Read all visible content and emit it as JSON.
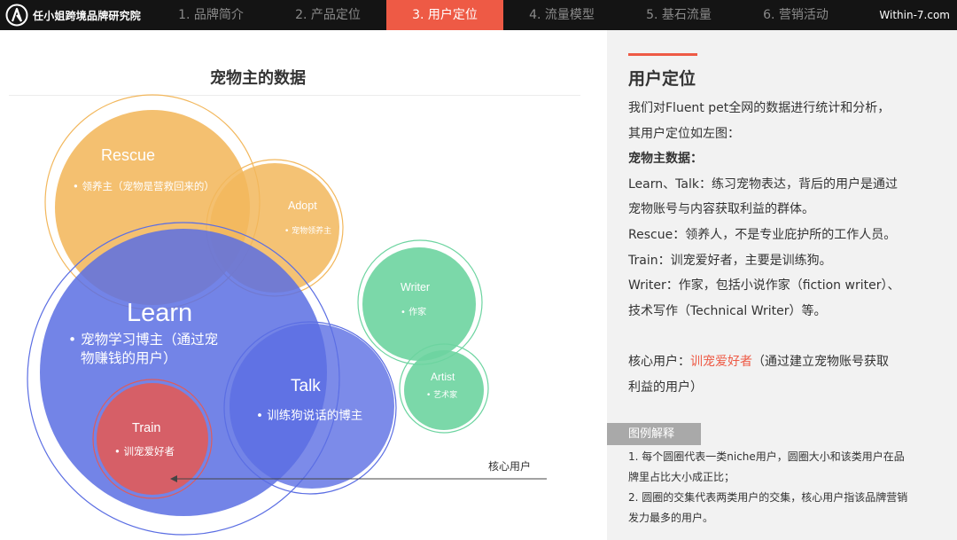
{
  "header": {
    "brand": "任小姐跨境品牌研究院",
    "tabs": [
      {
        "label": "1. 品牌简介",
        "active": false
      },
      {
        "label": "2. 产品定位",
        "active": false
      },
      {
        "label": "3. 用户定位",
        "active": true
      },
      {
        "label": "4. 流量模型",
        "active": false
      },
      {
        "label": "5. 基石流量",
        "active": false
      },
      {
        "label": "6. 营销活动",
        "active": false
      }
    ],
    "site": "Within-7.com"
  },
  "diagram": {
    "title": "宠物主的数据",
    "circles": {
      "rescue": {
        "name": "Rescue",
        "desc": "• 领养主（宠物是营救回来的）"
      },
      "adopt": {
        "name": "Adopt",
        "desc": "• 宠物领养主"
      },
      "learn": {
        "name": "Learn",
        "desc1": "• 宠物学习博主（通过宠",
        "desc2": "物赚钱的用户）"
      },
      "talk": {
        "name": "Talk",
        "desc": "• 训练狗说话的博主"
      },
      "train": {
        "name": "Train",
        "desc": "• 训宠爱好者"
      },
      "writer": {
        "name": "Writer",
        "desc": "• 作家"
      },
      "artist": {
        "name": "Artist",
        "desc": "• 艺术家"
      }
    },
    "arrow_label": "核心用户"
  },
  "panel": {
    "heading": "用户定位",
    "intro1": "我们对Fluent pet全网的数据进行统计和分析，",
    "intro2": "其用户定位如左图：",
    "subheading": "宠物主数据：",
    "line1a": "Learn、Talk：练习宠物表达，背后的用户是通过",
    "line1b": "宠物账号与内容获取利益的群体。",
    "line2": "Rescue：领养人，不是专业庇护所的工作人员。",
    "line3": "Train：训宠爱好者，主要是训练狗。",
    "line4a": "Writer：作家，包括小说作家（fiction writer）、",
    "line4b": "技术写作（Technical Writer）等。",
    "core_label": "核心用户：",
    "core_value": "训宠爱好者",
    "core_rest1": "（通过建立宠物账号获取",
    "core_rest2": "利益的用户）",
    "legend_tag": "图例解释",
    "note1a": "1. 每个圆圈代表一类niche用户，圆圈大小和该类用户在品",
    "note1b": "牌里占比大小成正比；",
    "note2a": "2. 圆圈的交集代表两类用户的交集，核心用户指该品牌营销",
    "note2b": "发力最多的用户。"
  },
  "colors": {
    "accent": "#ee5a45",
    "orange": "#f2b75c",
    "blue": "#5b6ee3",
    "red": "#de5c5c",
    "green": "#6dd4a0"
  }
}
